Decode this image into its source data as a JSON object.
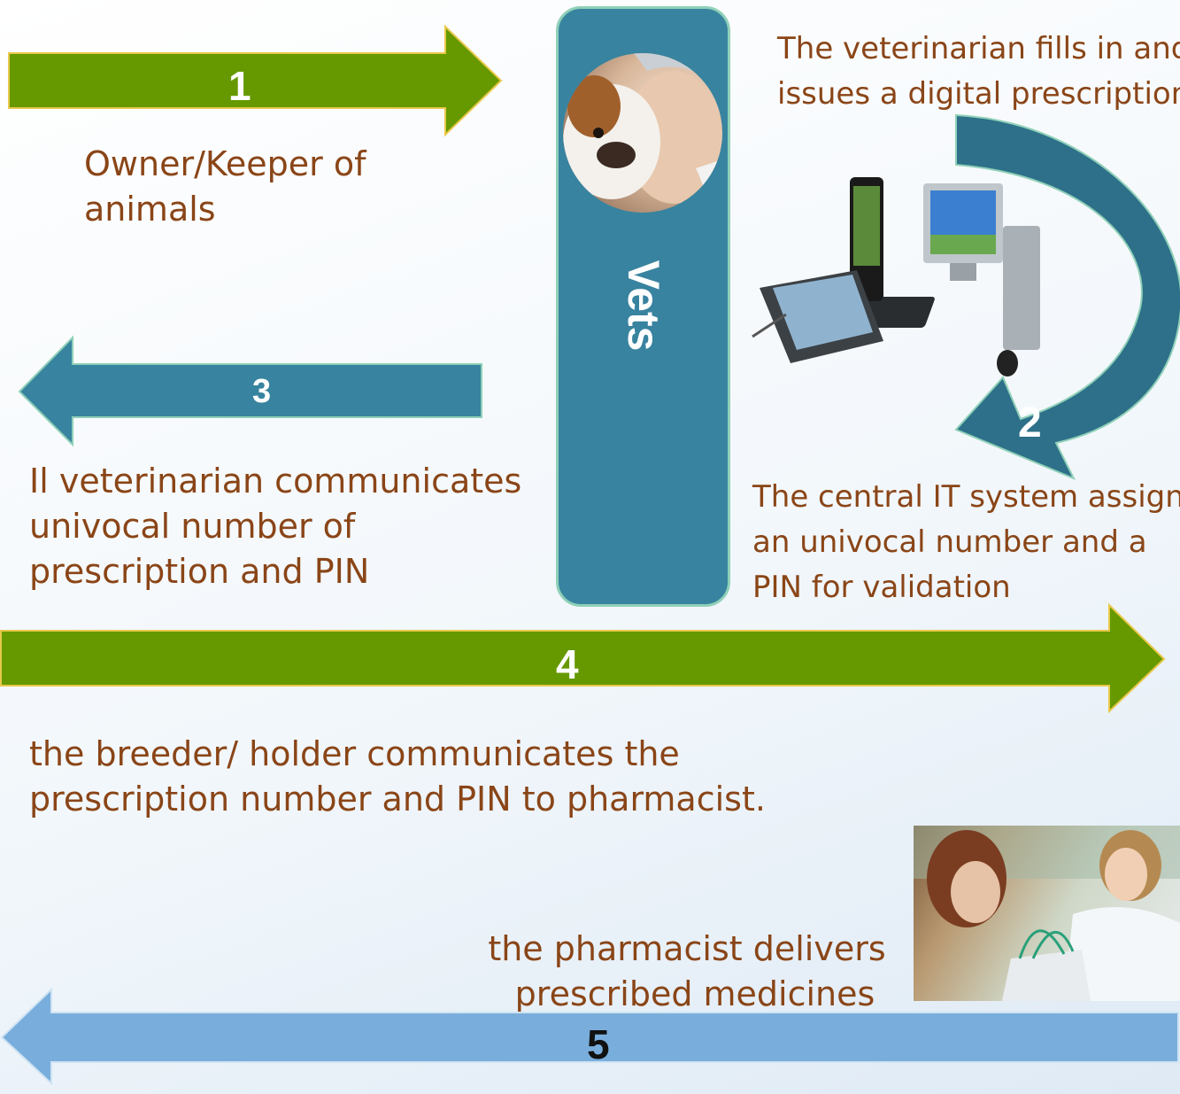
{
  "steps": {
    "s1": "1",
    "s2": "2",
    "s3": "3",
    "s4": "4",
    "s5": "5"
  },
  "vets_label": "Vets",
  "texts": {
    "owner": [
      "Owner/Keeper of",
      "animals"
    ],
    "vet_fills": [
      "The veterinarian fills in and",
      "issues a digital prescription"
    ],
    "communicates": [
      "Il veterinarian communicates",
      "univocal number of",
      "prescription and PIN"
    ],
    "it_system": [
      "The central IT system assigns",
      "an univocal number  and a",
      "PIN for validation"
    ],
    "breeder": [
      "the breeder/ holder communicates the",
      "prescription number and PIN to pharmacist."
    ],
    "pharmacist": [
      "the pharmacist delivers",
      "prescribed medicines"
    ]
  },
  "colors": {
    "green_arrow": "#669900",
    "green_border": "#e8c84a",
    "teal": "#38839f",
    "teal_border": "#8fd0b8",
    "blue_arrow": "#79aedc",
    "text_brown": "#8a4517"
  },
  "images": {
    "vet_photo": "vet-with-dog-photo",
    "computer_devices": "computer-devices-illustration",
    "pharmacy_photo": "pharmacist-handing-bag-photo"
  }
}
